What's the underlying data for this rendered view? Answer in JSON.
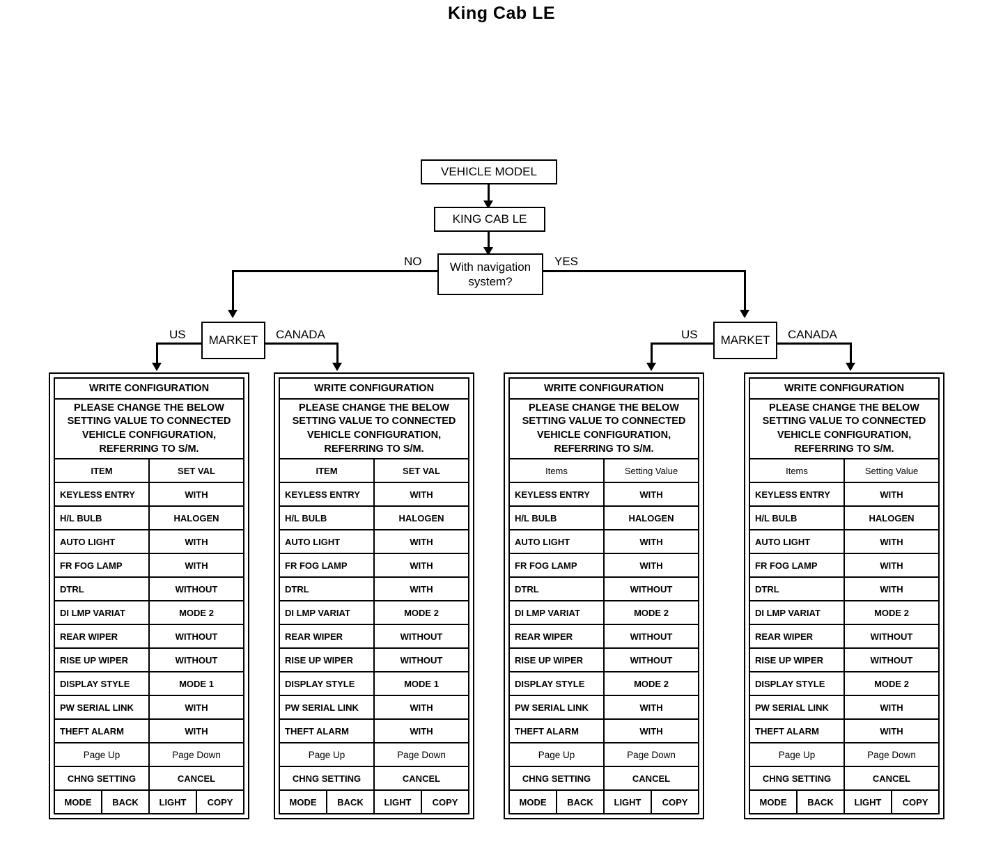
{
  "title": "King Cab LE",
  "flow": {
    "vehicle_model": "VEHICLE MODEL",
    "model": "KING CAB LE",
    "decision": "With navigation system?",
    "no_label": "NO",
    "yes_label": "YES",
    "market_left": "MARKET",
    "market_right": "MARKET",
    "us_left": "US",
    "canada_left": "CANADA",
    "us_right": "US",
    "canada_right": "CANADA"
  },
  "panel_common": {
    "header": "WRITE CONFIGURATION",
    "message_lines": [
      "PLEASE CHANGE THE BELOW",
      "SETTING VALUE TO CONNECTED",
      "VEHICLE CONFIGURATION,",
      "REFERRING TO S/M."
    ],
    "page_up": "Page Up",
    "page_down": "Page Down",
    "chng_setting": "CHNG SETTING",
    "cancel": "CANCEL",
    "mode": "MODE",
    "back": "BACK",
    "light": "LIGHT",
    "copy": "COPY"
  },
  "panels": [
    {
      "branch": "NO / US",
      "col_item": "ITEM",
      "col_value": "SET VAL",
      "rows": [
        {
          "item": "KEYLESS ENTRY",
          "value": "WITH"
        },
        {
          "item": "H/L BULB",
          "value": "HALOGEN"
        },
        {
          "item": "AUTO LIGHT",
          "value": "WITH"
        },
        {
          "item": "FR FOG LAMP",
          "value": "WITH"
        },
        {
          "item": "DTRL",
          "value": "WITHOUT"
        },
        {
          "item": "DI LMP VARIAT",
          "value": "MODE 2"
        },
        {
          "item": "REAR WIPER",
          "value": "WITHOUT"
        },
        {
          "item": "RISE UP WIPER",
          "value": "WITHOUT"
        },
        {
          "item": "DISPLAY STYLE",
          "value": "MODE 1"
        },
        {
          "item": "PW SERIAL LINK",
          "value": "WITH"
        },
        {
          "item": "THEFT ALARM",
          "value": "WITH"
        }
      ]
    },
    {
      "branch": "NO / CANADA",
      "col_item": "ITEM",
      "col_value": "SET VAL",
      "rows": [
        {
          "item": "KEYLESS ENTRY",
          "value": "WITH"
        },
        {
          "item": "H/L BULB",
          "value": "HALOGEN"
        },
        {
          "item": "AUTO LIGHT",
          "value": "WITH"
        },
        {
          "item": "FR FOG LAMP",
          "value": "WITH"
        },
        {
          "item": "DTRL",
          "value": "WITH"
        },
        {
          "item": "DI LMP VARIAT",
          "value": "MODE 2"
        },
        {
          "item": "REAR WIPER",
          "value": "WITHOUT"
        },
        {
          "item": "RISE UP WIPER",
          "value": "WITHOUT"
        },
        {
          "item": "DISPLAY STYLE",
          "value": "MODE 1"
        },
        {
          "item": "PW SERIAL LINK",
          "value": "WITH"
        },
        {
          "item": "THEFT ALARM",
          "value": "WITH"
        }
      ]
    },
    {
      "branch": "YES / US",
      "col_item": "Items",
      "col_value": "Setting Value",
      "rows": [
        {
          "item": "KEYLESS ENTRY",
          "value": "WITH"
        },
        {
          "item": "H/L BULB",
          "value": "HALOGEN"
        },
        {
          "item": "AUTO LIGHT",
          "value": "WITH"
        },
        {
          "item": "FR FOG LAMP",
          "value": "WITH"
        },
        {
          "item": "DTRL",
          "value": "WITHOUT"
        },
        {
          "item": "DI LMP VARIAT",
          "value": "MODE 2"
        },
        {
          "item": "REAR WIPER",
          "value": "WITHOUT"
        },
        {
          "item": "RISE UP WIPER",
          "value": "WITHOUT"
        },
        {
          "item": "DISPLAY STYLE",
          "value": "MODE 2"
        },
        {
          "item": "PW SERIAL LINK",
          "value": "WITH"
        },
        {
          "item": "THEFT ALARM",
          "value": "WITH"
        }
      ]
    },
    {
      "branch": "YES / CANADA",
      "col_item": "Items",
      "col_value": "Setting Value",
      "rows": [
        {
          "item": "KEYLESS ENTRY",
          "value": "WITH"
        },
        {
          "item": "H/L BULB",
          "value": "HALOGEN"
        },
        {
          "item": "AUTO LIGHT",
          "value": "WITH"
        },
        {
          "item": "FR FOG LAMP",
          "value": "WITH"
        },
        {
          "item": "DTRL",
          "value": "WITH"
        },
        {
          "item": "DI LMP VARIAT",
          "value": "MODE 2"
        },
        {
          "item": "REAR WIPER",
          "value": "WITHOUT"
        },
        {
          "item": "RISE UP WIPER",
          "value": "WITHOUT"
        },
        {
          "item": "DISPLAY STYLE",
          "value": "MODE 2"
        },
        {
          "item": "PW SERIAL LINK",
          "value": "WITH"
        },
        {
          "item": "THEFT ALARM",
          "value": "WITH"
        }
      ]
    }
  ]
}
